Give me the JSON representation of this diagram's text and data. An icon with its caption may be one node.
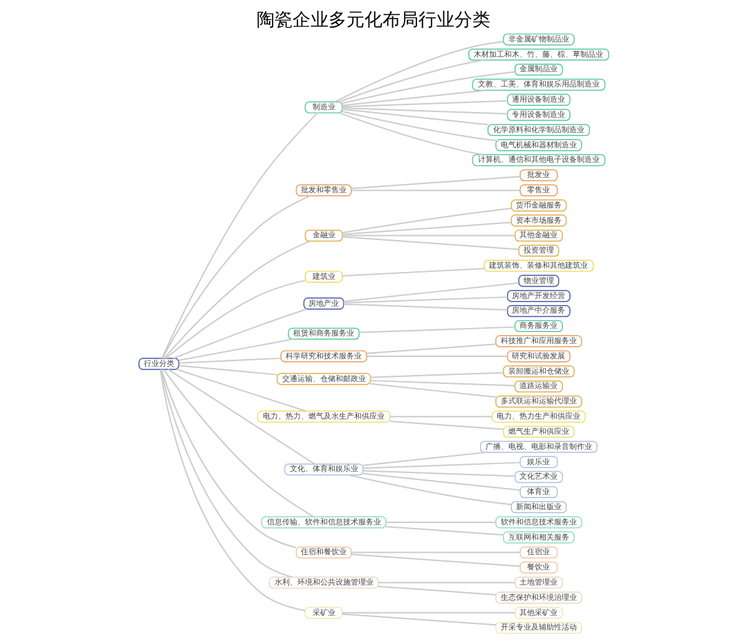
{
  "diagram": {
    "title": "陶瓷企业多元化布局行业分类",
    "nodes": [
      {
        "text": [
          "行业分类"
        ]
      },
      {
        "text": [
          "制造业"
        ]
      },
      {
        "text": [
          "非金属矿物制品业"
        ]
      },
      {
        "text": [
          "木材加工和木、竹、藤、棕、草制品业"
        ]
      },
      {
        "text": [
          "金属制品业"
        ]
      },
      {
        "text": [
          "文教、工美、体育和娱乐用品制造业"
        ]
      },
      {
        "text": [
          "通用设备制造业"
        ]
      },
      {
        "text": [
          "专用设备制造业"
        ]
      },
      {
        "text": [
          "化学原料和化学制品制造业"
        ]
      },
      {
        "text": [
          "电气机械和器材制造业"
        ]
      },
      {
        "text": [
          "计算机、通信和其他电子设备制造业"
        ]
      },
      {
        "text": [
          "批发和零售业"
        ]
      },
      {
        "text": [
          "批发业"
        ]
      },
      {
        "text": [
          "零售业"
        ]
      },
      {
        "text": [
          "金融业"
        ]
      },
      {
        "text": [
          "货币金融服务"
        ]
      },
      {
        "text": [
          "资本市场服务"
        ]
      },
      {
        "text": [
          "其他金融业"
        ]
      },
      {
        "text": [
          "投资管理"
        ]
      },
      {
        "text": [
          "建筑业"
        ]
      },
      {
        "text": [
          "建筑装饰、装修和其他建筑业"
        ]
      },
      {
        "text": [
          "房地产业"
        ]
      },
      {
        "text": [
          "物业管理"
        ]
      },
      {
        "text": [
          "房地产开发经营"
        ]
      },
      {
        "text": [
          "房地产中介服务"
        ]
      },
      {
        "text": [
          "租赁和商务服务业"
        ]
      },
      {
        "text": [
          "商务服务业"
        ]
      },
      {
        "text": [
          "科学研究和技术服务业"
        ]
      },
      {
        "text": [
          "科技推广和应用服务业"
        ]
      },
      {
        "text": [
          "研究和试验发展"
        ]
      },
      {
        "text": [
          "交通运输、仓储和邮政业"
        ]
      },
      {
        "text": [
          "装卸搬运和仓储业"
        ]
      },
      {
        "text": [
          "道路运输业"
        ]
      },
      {
        "text": [
          "多式联运和运输代理业"
        ]
      },
      {
        "text": [
          "电力、热力、燃气及水生产和供应业"
        ]
      },
      {
        "text": [
          "电力、热力生产和供应业"
        ]
      },
      {
        "text": [
          "燃气生产和供应业"
        ]
      },
      {
        "text": [
          "文化、体育和娱乐业"
        ]
      },
      {
        "text": [
          "广播、电视、电影和录音制作业"
        ]
      },
      {
        "text": [
          "娱乐业"
        ]
      },
      {
        "text": [
          "文化艺术业"
        ]
      },
      {
        "text": [
          "体育业"
        ]
      },
      {
        "text": [
          "新闻和出版业"
        ]
      },
      {
        "text": [
          "信息传输、软件和信息技术服务业"
        ]
      },
      {
        "text": [
          "软件和信息技术服务业"
        ]
      },
      {
        "text": [
          "互联网和相关服务"
        ]
      },
      {
        "text": [
          "住宿和餐饮业"
        ]
      },
      {
        "text": [
          "住宿业"
        ]
      },
      {
        "text": [
          "餐饮业"
        ]
      },
      {
        "text": [
          "水利、环境和公共设施管理业"
        ]
      },
      {
        "text": [
          "土地管理业"
        ]
      },
      {
        "text": [
          "生态保护和环境治理业"
        ]
      },
      {
        "text": [
          "采矿业"
        ]
      },
      {
        "text": [
          "其他采矿业"
        ]
      },
      {
        "text": [
          "开采专业及辅助性活动"
        ]
      }
    ],
    "edges": [
      {
        "from": 0,
        "to": 1,
        "arrow": "none"
      },
      {
        "from": 1,
        "to": 2,
        "arrow": "none"
      },
      {
        "from": 1,
        "to": 3,
        "arrow": "none"
      },
      {
        "from": 1,
        "to": 4,
        "arrow": "none"
      },
      {
        "from": 1,
        "to": 5,
        "arrow": "none"
      },
      {
        "from": 1,
        "to": 6,
        "arrow": "none"
      },
      {
        "from": 1,
        "to": 7,
        "arrow": "none"
      },
      {
        "from": 1,
        "to": 8,
        "arrow": "none"
      },
      {
        "from": 1,
        "to": 9,
        "arrow": "none"
      },
      {
        "from": 1,
        "to": 10,
        "arrow": "none"
      },
      {
        "from": 0,
        "to": 11,
        "arrow": "none"
      },
      {
        "from": 11,
        "to": 12,
        "arrow": "none"
      },
      {
        "from": 11,
        "to": 13,
        "arrow": "none"
      },
      {
        "from": 0,
        "to": 14,
        "arrow": "none"
      },
      {
        "from": 14,
        "to": 15,
        "arrow": "none"
      },
      {
        "from": 14,
        "to": 16,
        "arrow": "none"
      },
      {
        "from": 14,
        "to": 17,
        "arrow": "none"
      },
      {
        "from": 14,
        "to": 18,
        "arrow": "none"
      },
      {
        "from": 0,
        "to": 19,
        "arrow": "none"
      },
      {
        "from": 19,
        "to": 20,
        "arrow": "none"
      },
      {
        "from": 0,
        "to": 21,
        "arrow": "none"
      },
      {
        "from": 21,
        "to": 22,
        "arrow": "none"
      },
      {
        "from": 21,
        "to": 23,
        "arrow": "none"
      },
      {
        "from": 21,
        "to": 24,
        "arrow": "none"
      },
      {
        "from": 0,
        "to": 25,
        "arrow": "none"
      },
      {
        "from": 25,
        "to": 26,
        "arrow": "none"
      },
      {
        "from": 0,
        "to": 27,
        "arrow": "none"
      },
      {
        "from": 27,
        "to": 28,
        "arrow": "none"
      },
      {
        "from": 27,
        "to": 29,
        "arrow": "none"
      },
      {
        "from": 0,
        "to": 30,
        "arrow": "none"
      },
      {
        "from": 30,
        "to": 31,
        "arrow": "none"
      },
      {
        "from": 30,
        "to": 32,
        "arrow": "none"
      },
      {
        "from": 30,
        "to": 33,
        "arrow": "none"
      },
      {
        "from": 0,
        "to": 34,
        "arrow": "none"
      },
      {
        "from": 34,
        "to": 35,
        "arrow": "none"
      },
      {
        "from": 34,
        "to": 36,
        "arrow": "none"
      },
      {
        "from": 0,
        "to": 37,
        "arrow": "none"
      },
      {
        "from": 37,
        "to": 38,
        "arrow": "none"
      },
      {
        "from": 37,
        "to": 39,
        "arrow": "none"
      },
      {
        "from": 37,
        "to": 40,
        "arrow": "none"
      },
      {
        "from": 37,
        "to": 41,
        "arrow": "none"
      },
      {
        "from": 37,
        "to": 42,
        "arrow": "none"
      },
      {
        "from": 0,
        "to": 43,
        "arrow": "none"
      },
      {
        "from": 43,
        "to": 44,
        "arrow": "none"
      },
      {
        "from": 43,
        "to": 45,
        "arrow": "none"
      },
      {
        "from": 0,
        "to": 46,
        "arrow": "none"
      },
      {
        "from": 46,
        "to": 47,
        "arrow": "none"
      },
      {
        "from": 46,
        "to": 48,
        "arrow": "none"
      },
      {
        "from": 0,
        "to": 49,
        "arrow": "none"
      },
      {
        "from": 49,
        "to": 50,
        "arrow": "none"
      },
      {
        "from": 49,
        "to": 51,
        "arrow": "none"
      },
      {
        "from": 0,
        "to": 52,
        "arrow": "none"
      },
      {
        "from": 52,
        "to": 53,
        "arrow": "none"
      },
      {
        "from": 52,
        "to": 54,
        "arrow": "none"
      }
    ]
  }
}
